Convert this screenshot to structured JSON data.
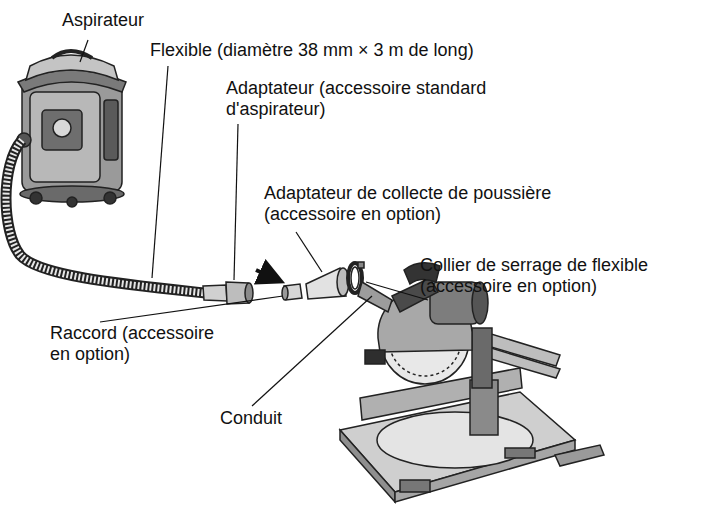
{
  "diagram": {
    "labels": [
      "Aspirateur",
      "Flexible (diamètre 38 mm × 3 m de long)",
      "Adaptateur (accessoire standard d'aspirateur)",
      "Adaptateur de collecte de poussière (accessoire en option)",
      "Collier de serrage de flexible (accessoire en option)",
      "Raccord (accessoire en option)",
      "Conduit"
    ]
  }
}
